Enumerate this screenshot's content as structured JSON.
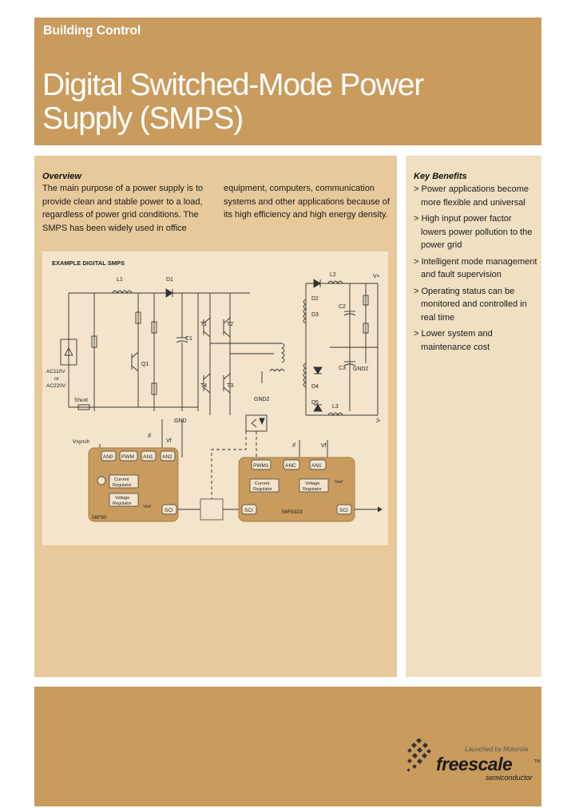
{
  "header": {
    "category": "Building Control",
    "title_line1": "Digital Switched-Mode Power",
    "title_line2": "Supply (SMPS)"
  },
  "overview": {
    "heading": "Overview",
    "col1": [
      "The main purpose of a power supply is to",
      "provide clean and stable power to a load,",
      "regardless of power grid conditions. The",
      "SMPS has been widely used in office"
    ],
    "col2": [
      "equipment, computers, communication",
      "systems and other applications because of",
      "its high efficiency and high energy density."
    ]
  },
  "key_benefits": {
    "heading": "Key Benefits",
    "items": [
      [
        "> Power applications become",
        "more flexible and universal"
      ],
      [
        "> High input power factor",
        "lowers power pollution to the",
        "power grid"
      ],
      [
        "> Intelligent mode management",
        "and fault supervision"
      ],
      [
        "> Operating status can be",
        "monitored and controlled in",
        "real time"
      ],
      [
        "> Lower system and",
        "maintenance cost"
      ]
    ]
  },
  "diagram": {
    "caption": "EXAMPLE DIGITAL SMPS",
    "labels": {
      "l1": "L1",
      "d1": "D1",
      "q1": "Q1",
      "c1": "C1",
      "t1": "T1",
      "t2": "T2",
      "t3": "T3",
      "t4": "T4",
      "l2": "L2",
      "d2": "D2",
      "d3": "D3",
      "c2": "C2",
      "c3": "C3",
      "d4": "D4",
      "d5": "D5",
      "l3": "L3",
      "vplus": "V+",
      "vminus": "V-",
      "gnd2a": "GND2",
      "gnd2b": "GND2",
      "gnd": "GND",
      "ac110": "AC110V",
      "or": "or",
      "ac220": "AC220V",
      "shunt": "Shunt",
      "vsynch": "Vsynch",
      "if_left": "If",
      "vf_left": "Vf",
      "if_right": "If",
      "vf_right": "Vf"
    },
    "left_chip": {
      "name": "56F80",
      "pins": [
        "AN0",
        "PWM",
        "AN1",
        "AN2"
      ],
      "sci": "SCI",
      "current_regulator": [
        "Current",
        "Regulator"
      ],
      "voltage_regulator": [
        "Voltage",
        "Regulator"
      ],
      "vref": "Vref"
    },
    "right_chip": {
      "name": "56F8323",
      "pins": [
        "PWM1",
        "ANC",
        "AN1"
      ],
      "sci_left": "SCI",
      "sci_right": "SCI",
      "current_regulator": [
        "Current",
        "Regulator"
      ],
      "voltage_regulator": [
        "Voltage",
        "Regulator"
      ],
      "vref": "Vref"
    }
  },
  "footer": {
    "tagline": "Launched by Motorola",
    "brand": "freescale",
    "tm": "TM",
    "sub": "semiconductor"
  },
  "colors": {
    "band": "#c99b5d",
    "main_panel": "#e7c99b",
    "side_panel": "#f1dfc1",
    "diagram_bg": "#f3e4cb",
    "chip": "#c99b5d"
  }
}
